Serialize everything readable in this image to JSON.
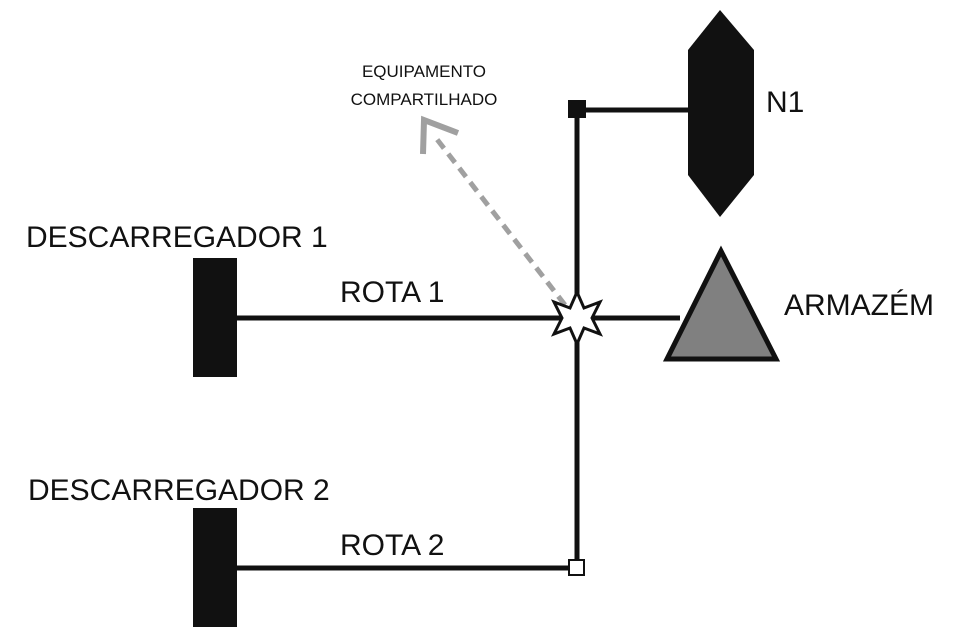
{
  "labels": {
    "shared_equipment_line1": "EQUIPAMENTO",
    "shared_equipment_line2": "COMPARTILHADO",
    "node_n1": "N1",
    "unloader_1": "DESCARREGADOR 1",
    "unloader_2": "DESCARREGADOR 2",
    "route_1": "ROTA 1",
    "route_2": "ROTA 2",
    "warehouse": "ARMAZÉM"
  },
  "colors": {
    "line": "#111111",
    "unloader_fill": "#111111",
    "n1_fill": "#111111",
    "warehouse_fill": "#808080",
    "shared_arrow": "#a0a0a0",
    "junction_fill": "#ffffff"
  }
}
